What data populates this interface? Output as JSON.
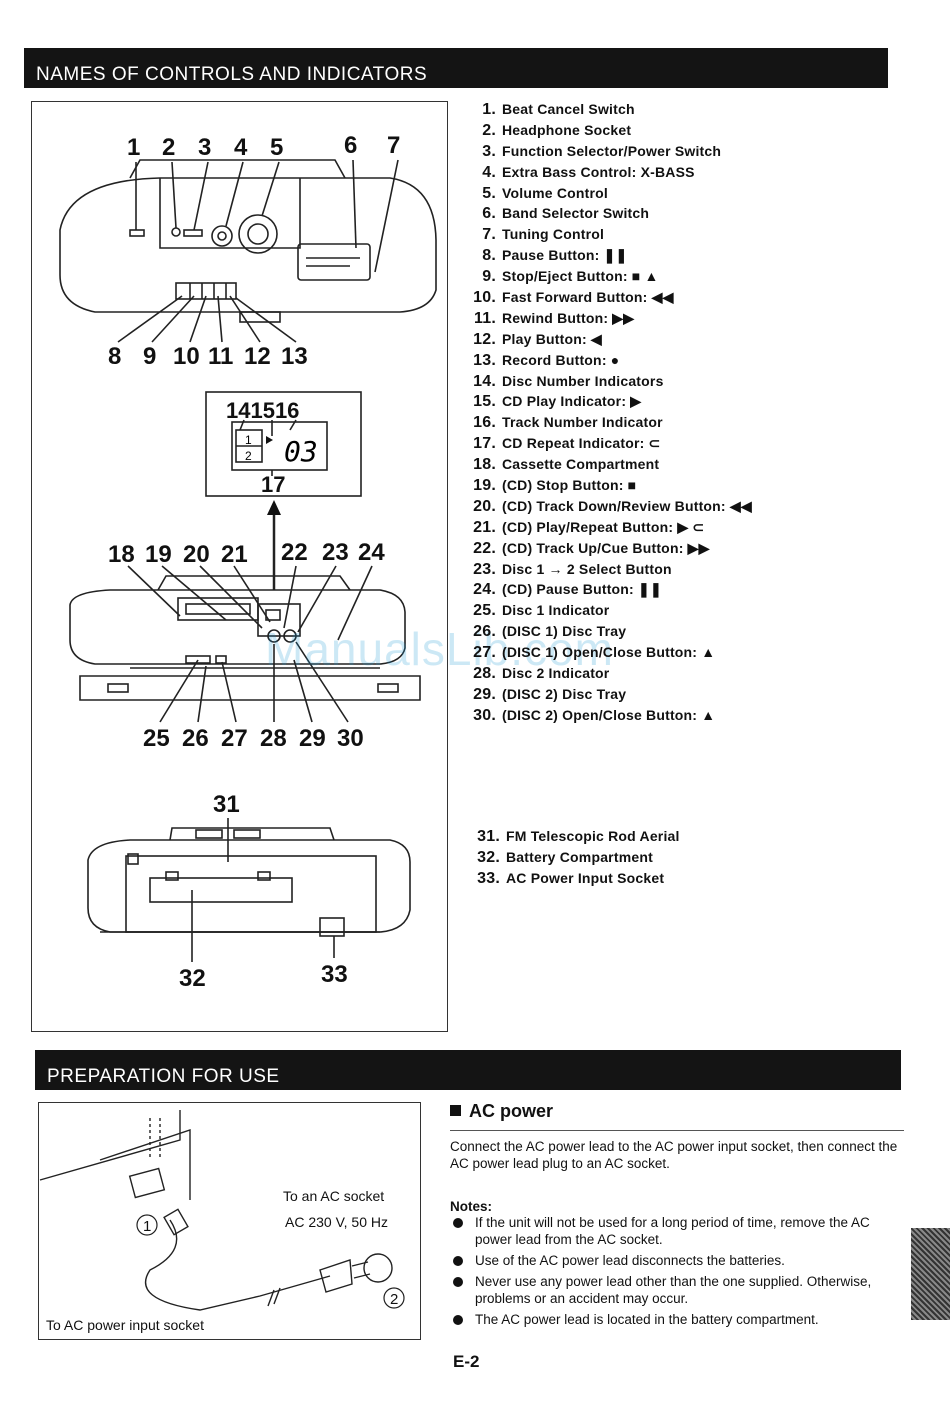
{
  "section1": {
    "title": "NAMES OF CONTROLS AND INDICATORS"
  },
  "diagram_top_numbers": [
    "1",
    "2",
    "3",
    "4",
    "5",
    "6",
    "7"
  ],
  "diagram_top_bottom_numbers": [
    "8",
    "9",
    "10",
    "11",
    "12",
    "13"
  ],
  "display_inset": {
    "top_numbers": "141516",
    "bottom_number": "17",
    "track_display": "03",
    "disc1_label": "1",
    "disc2_label": "2"
  },
  "diagram_front_numbers": [
    "18",
    "19",
    "20",
    "21",
    "22",
    "23",
    "24"
  ],
  "diagram_front_bottom_numbers": [
    "25",
    "26",
    "27",
    "28",
    "29",
    "30"
  ],
  "diagram_rear": {
    "top": "31",
    "left": "32",
    "right": "33"
  },
  "controls": [
    {
      "n": "1.",
      "label": "Beat Cancel Switch"
    },
    {
      "n": "2.",
      "label": "Headphone Socket"
    },
    {
      "n": "3.",
      "label": "Function Selector/Power Switch"
    },
    {
      "n": "4.",
      "label": "Extra Bass Control: X-BASS"
    },
    {
      "n": "5.",
      "label": "Volume Control"
    },
    {
      "n": "6.",
      "label": "Band Selector Switch"
    },
    {
      "n": "7.",
      "label": "Tuning Control"
    },
    {
      "n": "8.",
      "label": "Pause Button: ❚❚"
    },
    {
      "n": "9.",
      "label": "Stop/Eject Button: ■ ▲"
    },
    {
      "n": "10.",
      "label": "Fast Forward Button: ◀◀"
    },
    {
      "n": "11.",
      "label": "Rewind Button: ▶▶"
    },
    {
      "n": "12.",
      "label": "Play Button: ◀"
    },
    {
      "n": "13.",
      "label": "Record Button: ●"
    },
    {
      "n": "14.",
      "label": "Disc Number Indicators"
    },
    {
      "n": "15.",
      "label": "CD Play Indicator: ▶"
    },
    {
      "n": "16.",
      "label": "Track Number Indicator"
    },
    {
      "n": "17.",
      "label": "CD Repeat Indicator: ⊂"
    },
    {
      "n": "18.",
      "label": "Cassette Compartment"
    },
    {
      "n": "19.",
      "label": "(CD) Stop Button: ■"
    },
    {
      "n": "20.",
      "label": "(CD) Track Down/Review Button: ◀◀"
    },
    {
      "n": "21.",
      "label": "(CD) Play/Repeat Button: ▶ ⊂"
    },
    {
      "n": "22.",
      "label": "(CD) Track Up/Cue Button: ▶▶"
    },
    {
      "n": "23.",
      "label": "Disc 1 → 2 Select Button"
    },
    {
      "n": "24.",
      "label": "(CD) Pause Button: ❚❚"
    },
    {
      "n": "25.",
      "label": "Disc 1 Indicator"
    },
    {
      "n": "26.",
      "label": "(DISC 1) Disc Tray"
    },
    {
      "n": "27.",
      "label": "(DISC 1) Open/Close Button: ▲"
    },
    {
      "n": "28.",
      "label": "Disc 2 Indicator"
    },
    {
      "n": "29.",
      "label": "(DISC 2) Disc Tray"
    },
    {
      "n": "30.",
      "label": "(DISC 2) Open/Close Button: ▲"
    }
  ],
  "rear_controls": [
    {
      "n": "31.",
      "label": "FM Telescopic Rod Aerial"
    },
    {
      "n": "32.",
      "label": "Battery Compartment"
    },
    {
      "n": "33.",
      "label": "AC Power Input Socket"
    }
  ],
  "watermark": "ManualsLib.com",
  "section2": {
    "title": "PREPARATION FOR USE"
  },
  "power_diagram": {
    "to_socket": "To an AC socket",
    "voltage": "AC 230 V, 50 Hz",
    "to_input": "To AC power input socket",
    "step1": "1",
    "step2": "2"
  },
  "ac_power": {
    "heading": "AC power",
    "paragraph": "Connect the AC power lead to the AC power input socket, then connect the AC power lead plug to an AC socket.",
    "notes_title": "Notes:",
    "notes": [
      "If the unit will not be used for a long period of time, remove the AC power lead from the AC socket.",
      "Use of the AC power lead disconnects the batteries.",
      "Never use any power lead other than the one supplied. Otherwise, problems or an accident may occur.",
      "The AC power lead is located in the battery compartment."
    ]
  },
  "page_number": "E-2"
}
